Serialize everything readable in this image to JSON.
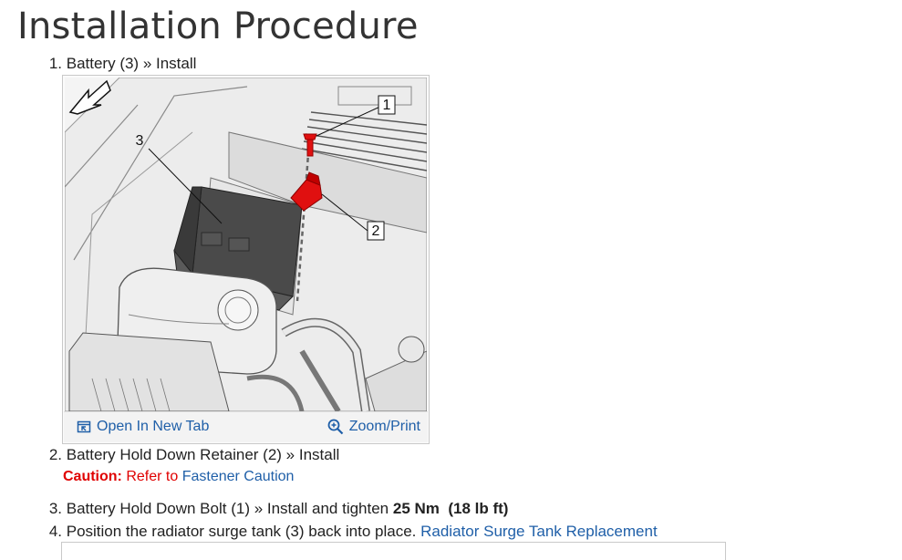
{
  "page": {
    "title": "Installation Procedure"
  },
  "steps": [
    {
      "num": "1.",
      "text": "Battery (3) » Install"
    },
    {
      "num": "2.",
      "text": "Battery Hold Down Retainer (2) » Install"
    },
    {
      "num": "3.",
      "text": "Battery Hold Down Bolt (1) » Install and tighten ",
      "torque": "25 Nm",
      "torque_alt": "(18 lb ft)"
    },
    {
      "num": "4.",
      "text": "Position the radiator surge tank (3) back into place. ",
      "link": "Radiator Surge Tank Replacement"
    }
  ],
  "caution": {
    "label": "Caution:",
    "text": "Refer to",
    "link": "Fastener Caution"
  },
  "figure": {
    "callouts": [
      "1",
      "2",
      "3"
    ],
    "open_tab_label": "Open In New Tab",
    "zoom_label": "Zoom/Print",
    "open_icon": "open-in-new-tab-icon",
    "zoom_icon": "zoom-icon"
  },
  "colors": {
    "link": "#1f5fa8",
    "caution": "#e00000",
    "highlight": "#e01010"
  }
}
